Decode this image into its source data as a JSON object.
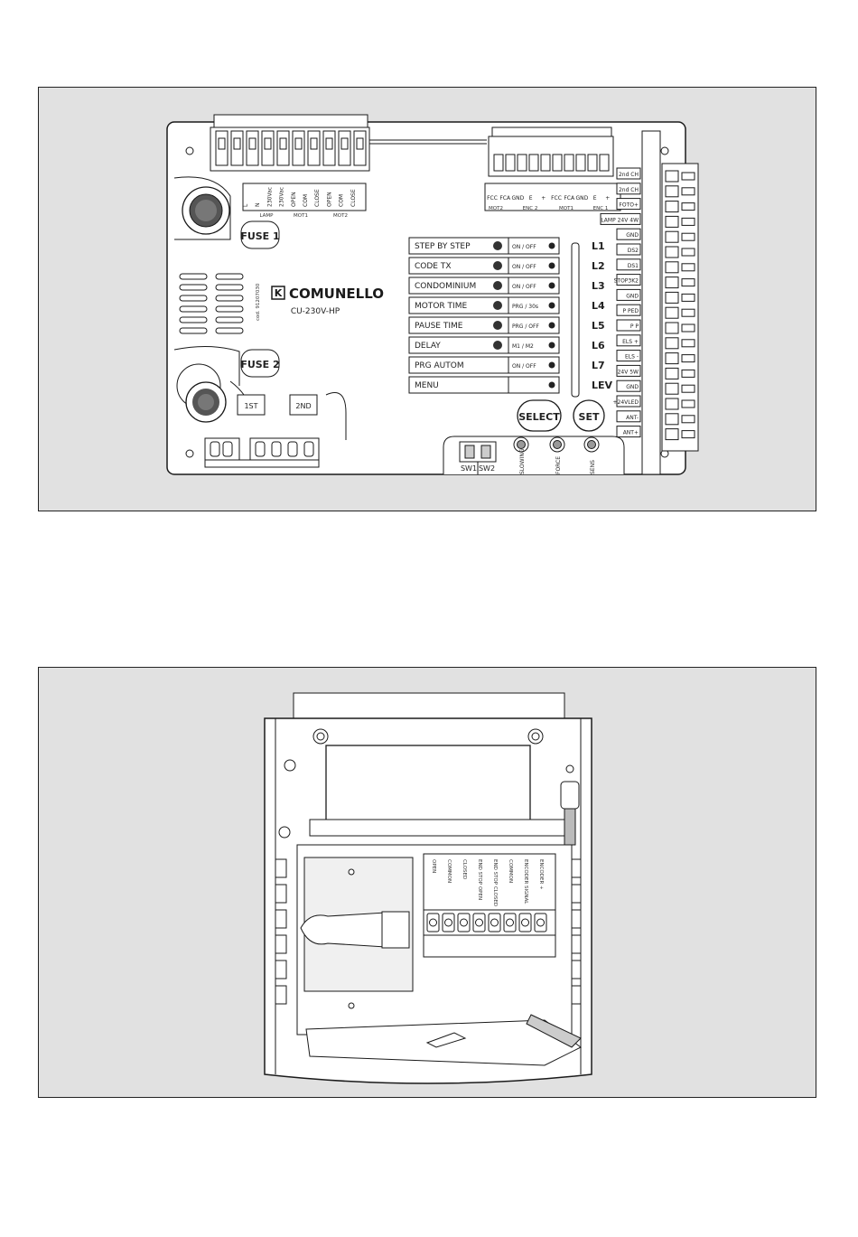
{
  "board": {
    "brand": "COMUNELLO",
    "model": "CU-230V-HP",
    "code": "cod. 91207030",
    "fuse1": "FUSE 1",
    "fuse2": "FUSE 2",
    "jumper_1st": "1ST",
    "jumper_2nd": "2ND",
    "top_terminals": [
      "L",
      "N",
      "230Vac",
      "230Vac",
      "OPEN",
      "COM",
      "CLOSE",
      "OPEN",
      "COM",
      "CLOSE"
    ],
    "top_groups": [
      "LAMP",
      "MOT1",
      "MOT2"
    ],
    "encoder_terminals": [
      "FCC",
      "FCA",
      "GND",
      "E",
      "+",
      "FCC",
      "FCA",
      "GND",
      "E",
      "+"
    ],
    "encoder_groups": [
      "MOT2",
      "ENC 2",
      "MOT1",
      "ENC 1"
    ],
    "menu": [
      {
        "label": "STEP BY STEP",
        "icon": "stop-go-icons",
        "option": "ON / OFF",
        "led": "L1"
      },
      {
        "label": "CODE TX",
        "icon": "remote-icon",
        "option": "ON / OFF",
        "led": "L2"
      },
      {
        "label": "CONDOMINIUM",
        "icon": "condominium-icon",
        "option": "ON / OFF",
        "led": "L3"
      },
      {
        "label": "MOTOR TIME",
        "icon": "clock-arrows-icon",
        "option": "PRG / 30s",
        "led": "L4"
      },
      {
        "label": "PAUSE TIME",
        "icon": "clock-hand-icon",
        "option": "PRG / OFF",
        "led": "L5"
      },
      {
        "label": "DELAY",
        "icon": "hourglass-icon",
        "option": "M1 / M2",
        "led": "L6"
      },
      {
        "label": "PRG AUTOM",
        "icon": "",
        "option": "ON / OFF",
        "led": "L7"
      },
      {
        "label": "MENU",
        "icon": "",
        "option": "",
        "led": "LEV"
      }
    ],
    "select_button": "SELECT",
    "set_button": "SET",
    "trimmers": [
      "SLOWING",
      "FORCE",
      "SENS"
    ],
    "switches": [
      "SW1",
      "SW2"
    ],
    "right_terminals": [
      "2nd CH",
      "2nd CH",
      "FOTO+",
      "LAMP 24V 4W",
      "GND",
      "DS2",
      "DS1",
      "STOP3K2",
      "GND",
      "P PED",
      "P P",
      "ELS +",
      "ELS -",
      "24V 5W",
      "GND",
      "+24VLED",
      "ANT-",
      "ANT+"
    ]
  },
  "receiver": {
    "terminal_labels": [
      "OPEN",
      "COMMON",
      "CLOSED",
      "END STOP OPEN",
      "END STOP CLOSED",
      "COMMON",
      "ENCODER SIGNAL",
      "ENCODER +"
    ]
  },
  "colors": {
    "panel_bg": "#e1e1e1",
    "board_bg": "#ffffff",
    "line": "#1a1a1a"
  }
}
